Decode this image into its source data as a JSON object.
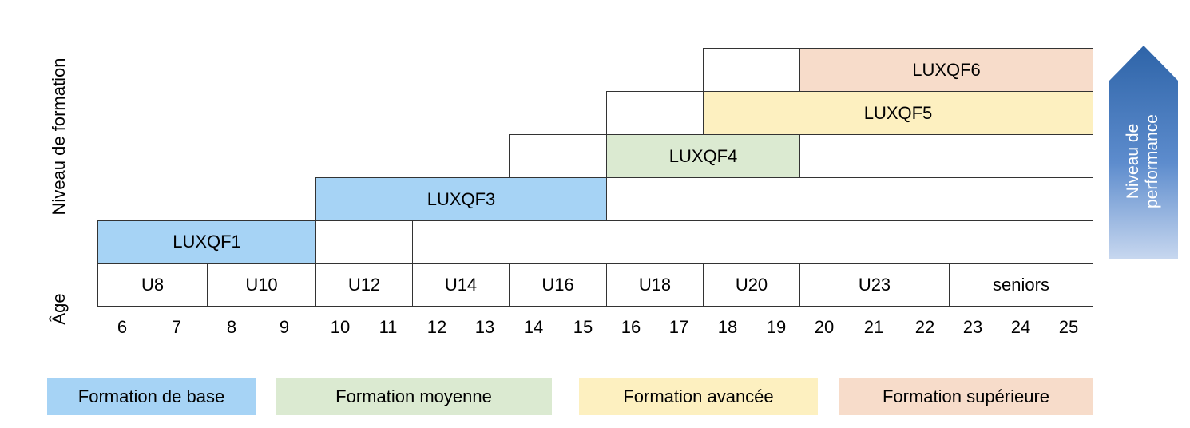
{
  "axis": {
    "level_label": "Niveau de formation",
    "age_label": "Âge"
  },
  "levels": [
    {
      "label": "LUXQF1"
    },
    {
      "label": "LUXQF3"
    },
    {
      "label": "LUXQF4"
    },
    {
      "label": "LUXQF5"
    },
    {
      "label": "LUXQF6"
    }
  ],
  "categories": [
    "U8",
    "U10",
    "U12",
    "U14",
    "U16",
    "U18",
    "U20",
    "U23",
    "seniors"
  ],
  "ages": [
    "6",
    "7",
    "8",
    "9",
    "10",
    "11",
    "12",
    "13",
    "14",
    "15",
    "16",
    "17",
    "18",
    "19",
    "20",
    "21",
    "22",
    "23",
    "24",
    "25"
  ],
  "arrow": {
    "line1": "Niveau de",
    "line2": "performance"
  },
  "legend": [
    {
      "label": "Formation de base",
      "color": "#a6d3f5"
    },
    {
      "label": "Formation moyenne",
      "color": "#dbead1"
    },
    {
      "label": "Formation avancée",
      "color": "#fdf0c0"
    },
    {
      "label": "Formation supérieure",
      "color": "#f7dcca"
    }
  ],
  "colors": {
    "base": "#a6d3f5",
    "moyenne": "#dbead1",
    "avancee": "#fdf0c0",
    "superieure": "#f7dcca",
    "arrow_top": "#2e64a8",
    "arrow_bottom": "#c7d7ef"
  }
}
